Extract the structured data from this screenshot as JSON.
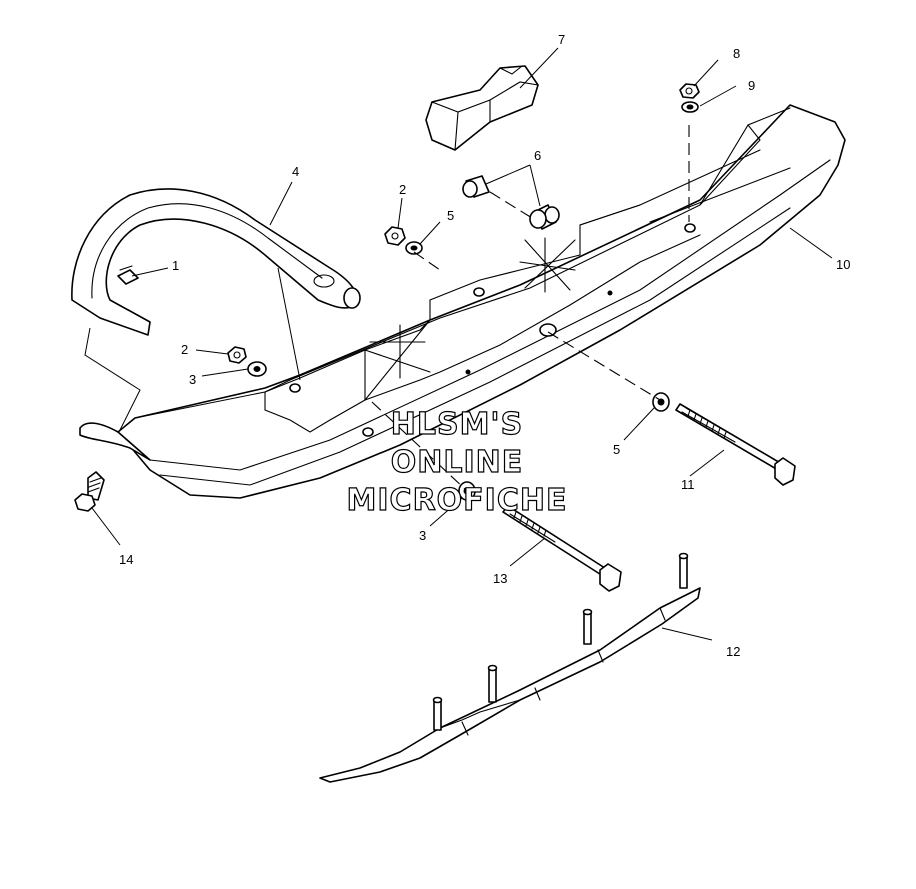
{
  "watermark": {
    "line1": "HLSM'S",
    "line2": "ONLINE",
    "line3": "MICROFICHE"
  },
  "callouts": [
    {
      "id": "c1",
      "label": "1"
    },
    {
      "id": "c2a",
      "label": "2"
    },
    {
      "id": "c2b",
      "label": "2"
    },
    {
      "id": "c3a",
      "label": "3"
    },
    {
      "id": "c3b",
      "label": "3"
    },
    {
      "id": "c4",
      "label": "4"
    },
    {
      "id": "c5a",
      "label": "5"
    },
    {
      "id": "c5b",
      "label": "5"
    },
    {
      "id": "c6",
      "label": "6"
    },
    {
      "id": "c7",
      "label": "7"
    },
    {
      "id": "c8",
      "label": "8"
    },
    {
      "id": "c9",
      "label": "9"
    },
    {
      "id": "c10",
      "label": "10"
    },
    {
      "id": "c11",
      "label": "11"
    },
    {
      "id": "c12",
      "label": "12"
    },
    {
      "id": "c13",
      "label": "13"
    },
    {
      "id": "c14",
      "label": "14"
    }
  ]
}
